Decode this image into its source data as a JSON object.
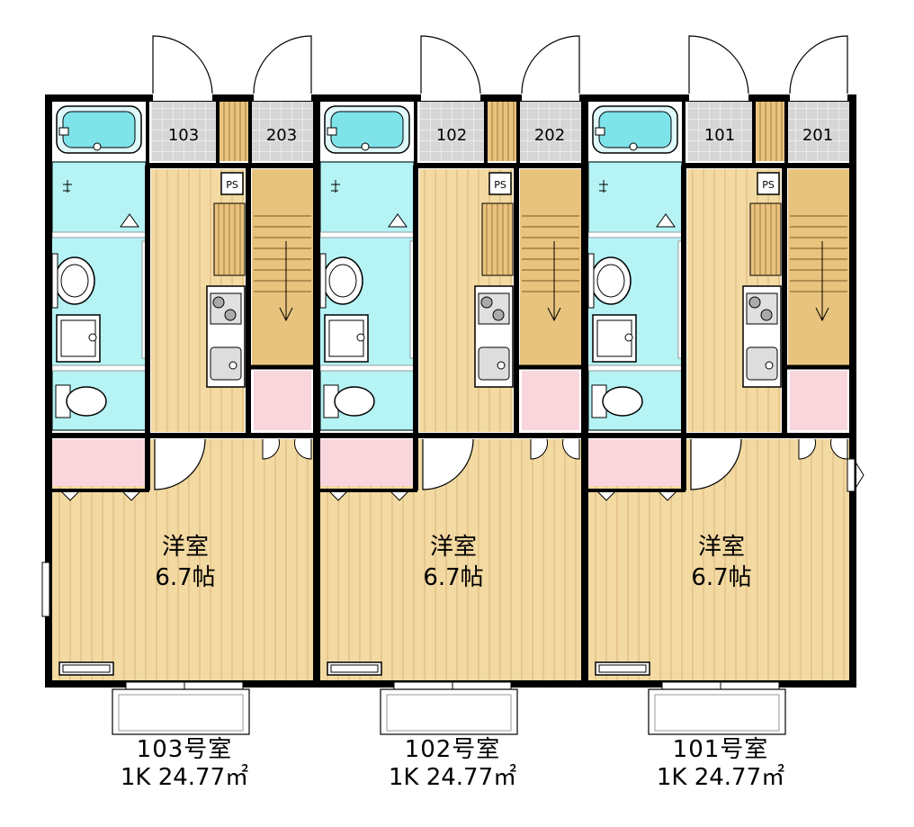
{
  "units": [
    {
      "ground_no": "103",
      "upper_no": "203",
      "room_name": "洋室",
      "room_size": "6.7帖",
      "caption_number": "103号室",
      "caption_spec": "1K 24.77㎡",
      "ps": "PS"
    },
    {
      "ground_no": "102",
      "upper_no": "202",
      "room_name": "洋室",
      "room_size": "6.7帖",
      "caption_number": "102号室",
      "caption_spec": "1K 24.77㎡",
      "ps": "PS"
    },
    {
      "ground_no": "101",
      "upper_no": "201",
      "room_name": "洋室",
      "room_size": "6.7帖",
      "caption_number": "101号室",
      "caption_spec": "1K 24.77㎡",
      "ps": "PS"
    }
  ],
  "colors": {
    "wood": "#f3d9a2",
    "stair": "#e8c37d",
    "wet": "#b5f3f5",
    "storage": "#f9d6dc",
    "entry": "#d6d6d6",
    "wall": "#000000",
    "tub": "#7fe3ea"
  }
}
